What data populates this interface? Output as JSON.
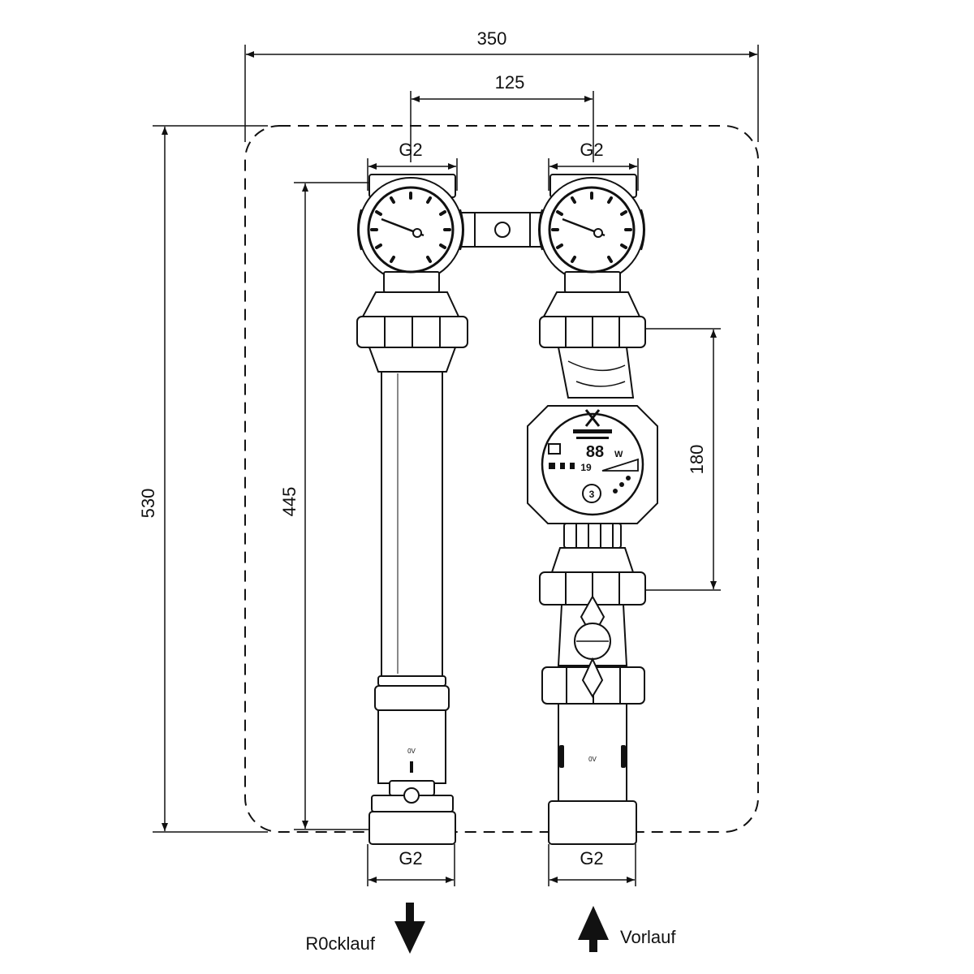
{
  "dimensions": {
    "overall_width": "350",
    "pipe_spacing": "125",
    "overall_height": "530",
    "pipe_height": "445",
    "pump_length": "180"
  },
  "threads": {
    "top_left": "G2",
    "top_right": "G2",
    "bottom_left": "G2",
    "bottom_right": "G2"
  },
  "flow": {
    "return_label": "R0cklauf",
    "supply_label": "Vorlauf"
  },
  "pump": {
    "display_value": "88",
    "display_unit": "W",
    "display_small": "19",
    "button_symbol": "3"
  },
  "markings": {
    "left_lower": "0V",
    "right_lower": "0V"
  },
  "colors": {
    "line": "#111111",
    "background": "#ffffff"
  }
}
